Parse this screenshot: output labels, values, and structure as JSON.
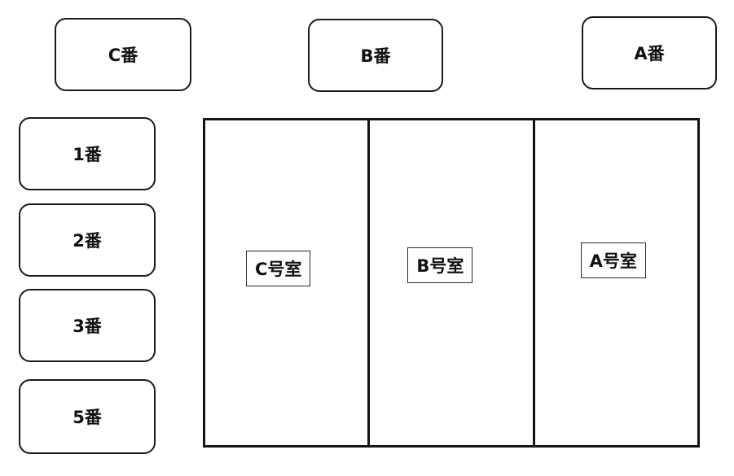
{
  "top_labels": [
    {
      "label": "C番"
    },
    {
      "label": "B番"
    },
    {
      "label": "A番"
    }
  ],
  "side_labels": [
    {
      "label": "1番"
    },
    {
      "label": "2番"
    },
    {
      "label": "3番"
    },
    {
      "label": "5番"
    }
  ],
  "rooms": [
    {
      "label": "C号室"
    },
    {
      "label": "B号室"
    },
    {
      "label": "A号室"
    }
  ],
  "colors": {
    "stroke": "#141414",
    "background": "#ffffff"
  }
}
